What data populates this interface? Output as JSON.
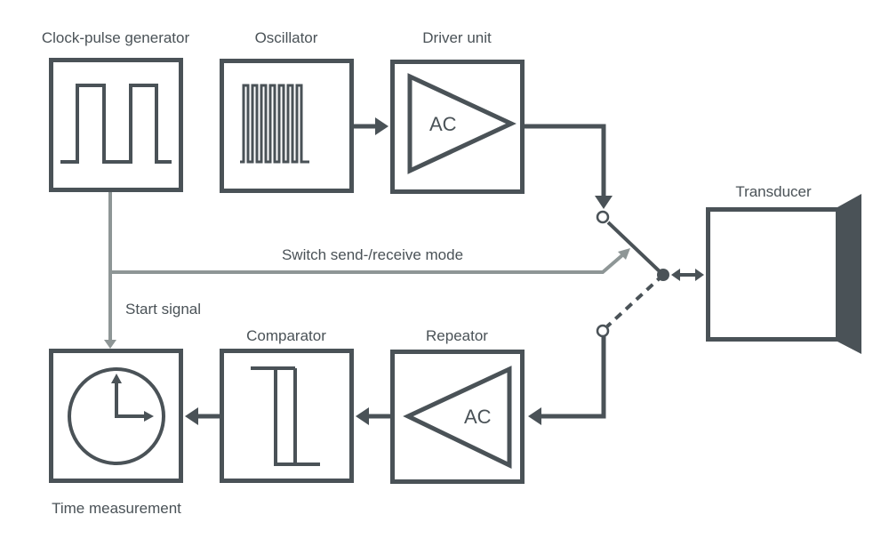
{
  "diagram": {
    "title": "Ultrasonic pulse-echo measurement block diagram",
    "colors": {
      "line_dark": "#4a5257",
      "line_grey": "#8e9696",
      "background": "#ffffff"
    },
    "blocks": {
      "clock": {
        "label": "Clock-pulse generator",
        "icon": "square-wave-icon"
      },
      "oscillator": {
        "label": "Oscillator",
        "icon": "high-frequency-wave-icon"
      },
      "driver": {
        "label": "Driver unit",
        "amp_text": "AC",
        "icon": "amplifier-icon"
      },
      "transducer": {
        "label": "Transducer",
        "icon": "transducer-icon"
      },
      "time": {
        "label": "Time measurement",
        "icon": "clock-icon"
      },
      "comparator": {
        "label": "Comparator",
        "icon": "threshold-icon"
      },
      "repeator": {
        "label": "Repeator",
        "amp_text": "AC",
        "icon": "amplifier-icon"
      }
    },
    "signals": {
      "switch_mode": "Switch send-/receive mode",
      "start_signal": "Start signal"
    }
  }
}
